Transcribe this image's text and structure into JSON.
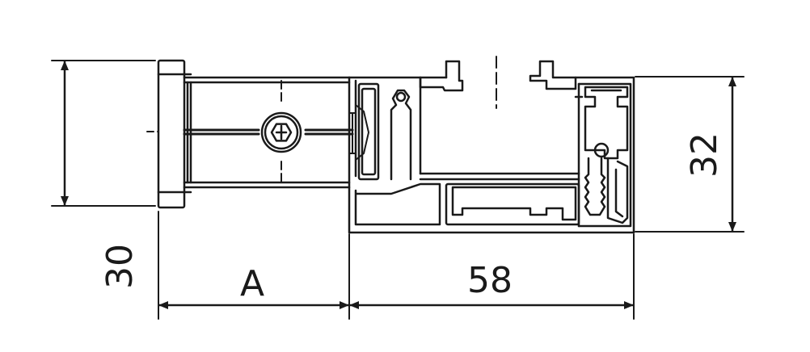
{
  "drawing": {
    "dimensions": {
      "left_height": "30",
      "mount_width": "A",
      "profile_width": "58",
      "profile_height": "32"
    },
    "colors": {
      "line": "#1a1a1a",
      "background": "#ffffff"
    }
  }
}
